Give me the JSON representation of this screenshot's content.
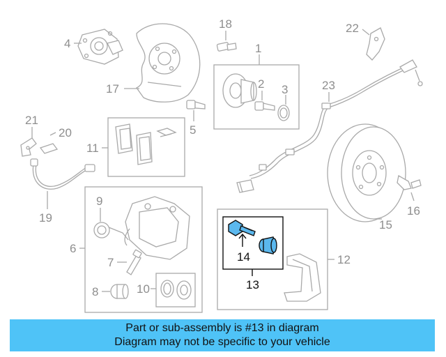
{
  "callouts": {
    "c1": "1",
    "c2": "2",
    "c3": "3",
    "c4": "4",
    "c5": "5",
    "c6": "6",
    "c7": "7",
    "c8": "8",
    "c9": "9",
    "c10": "10",
    "c11": "11",
    "c12": "12",
    "c13": "13",
    "c14": "14",
    "c15": "15",
    "c16": "16",
    "c17": "17",
    "c18": "18",
    "c19": "19",
    "c20": "20",
    "c21": "21",
    "c22": "22",
    "c23": "23"
  },
  "banner": {
    "line1": "Part or sub-assembly is #13 in diagram",
    "line2": "Diagram may not be specific to your vehicle"
  },
  "colors": {
    "banner_bg": "#4fc3f7",
    "highlight": "#5bb8ee",
    "line_gray": "#a9a9a9"
  }
}
